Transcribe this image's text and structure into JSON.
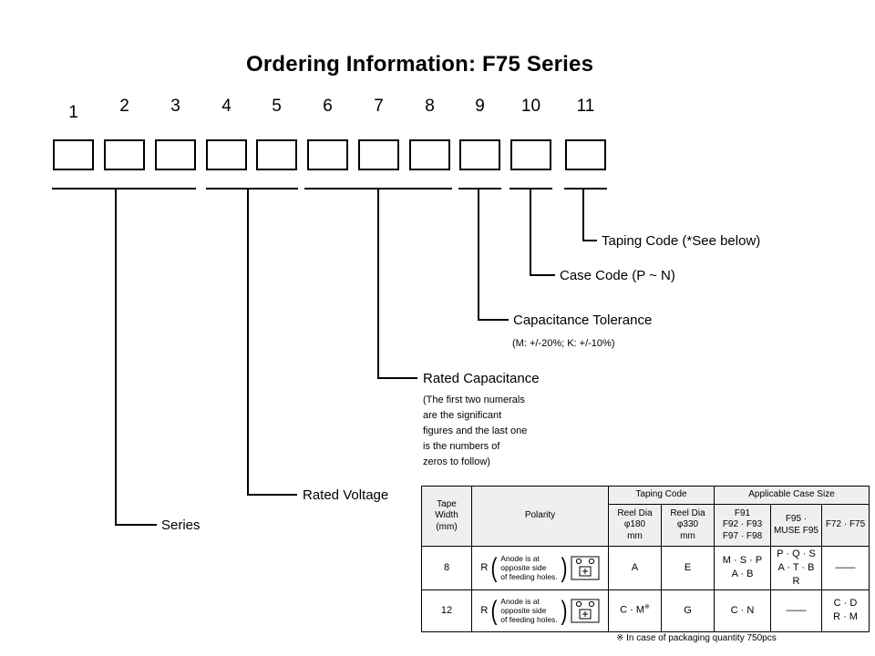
{
  "title": "Ordering Information: F75 Series",
  "digits": [
    "1",
    "2",
    "3",
    "4",
    "5",
    "6",
    "7",
    "8",
    "9",
    "10",
    "11"
  ],
  "glyphs": {
    "paren_open": "(",
    "paren_close": ")"
  },
  "callouts": {
    "taping_code": {
      "label": "Taping Code (*See below)"
    },
    "case_code": {
      "label": "Case Code (P ~ N)"
    },
    "capacitance_tolerance": {
      "label": "Capacitance Tolerance",
      "note": "(M: +/-20%; K: +/-10%)"
    },
    "rated_capacitance": {
      "label": "Rated Capacitance",
      "note": "(The first two numerals\nare the significant\nfigures and the last one\nis the  numbers of\nzeros to follow)"
    },
    "rated_voltage": {
      "label": "Rated Voltage"
    },
    "series": {
      "label": "Series"
    }
  },
  "table": {
    "headers": {
      "tape_width": "Tape\nWidth\n(mm)",
      "polarity": "Polarity",
      "taping_code": "Taping Code",
      "applicable_case_size": "Applicable Case Size",
      "reel_180": "Reel Dia\nφ180\nmm",
      "reel_330": "Reel Dia\nφ330\nmm",
      "case_f91": "F91\nF92 · F93\nF97 · F98",
      "case_f95": "F95 ·\nMUSE F95",
      "case_f72": "F72 · F75"
    },
    "rows": [
      {
        "tape_width": "8",
        "polarity_r": "R",
        "polarity_text": "Anode is at\nopposite side\nof feeding holes.",
        "reel_180": "A",
        "reel_180_sup": "",
        "reel_330": "E",
        "case_f91": "M · S · P\nA · B",
        "case_f95": "P · Q · S\nA · T · B\nR",
        "case_f72": "——"
      },
      {
        "tape_width": "12",
        "polarity_r": "R",
        "polarity_text": "Anode is at\nopposite side\nof feeding holes.",
        "reel_180": "C · M",
        "reel_180_sup": "※",
        "reel_330": "G",
        "case_f91": "C · N",
        "case_f95": "——",
        "case_f72": "C · D\nR · M"
      }
    ],
    "footnote": "※ In case of packaging quantity 750pcs"
  }
}
